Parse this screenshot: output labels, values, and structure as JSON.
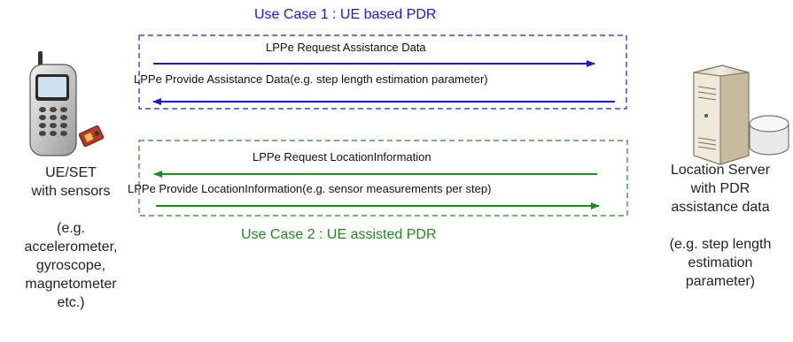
{
  "use_case_1": {
    "title": "Use Case 1 : UE based PDR",
    "color": "#1a1adc",
    "messages": [
      {
        "label": "LPPe Request Assistance Data",
        "direction": "to-server"
      },
      {
        "label": "LPPe Provide Assistance Data(e.g. step length estimation parameter)",
        "direction": "to-ue"
      }
    ]
  },
  "use_case_2": {
    "title": "Use Case 2 : UE assisted PDR",
    "color": "#1e8a1e",
    "messages": [
      {
        "label": "LPPe Request LocationInformation",
        "direction": "to-ue"
      },
      {
        "label": "LPPe Provide LocationInformation(e.g. sensor measurements per step)",
        "direction": "to-server"
      }
    ]
  },
  "ue": {
    "icon": "mobile-phone-with-sensor-icon",
    "lines": [
      "UE/SET",
      "with sensors",
      "",
      "(e.g.",
      "accelerometer,",
      "gyroscope,",
      "magnetometer",
      "etc.)"
    ]
  },
  "server": {
    "icon": "server-with-database-icon",
    "lines": [
      "Location Server",
      "with PDR",
      "assistance data",
      "",
      "(e.g. step length",
      "estimation",
      "parameter)"
    ]
  }
}
